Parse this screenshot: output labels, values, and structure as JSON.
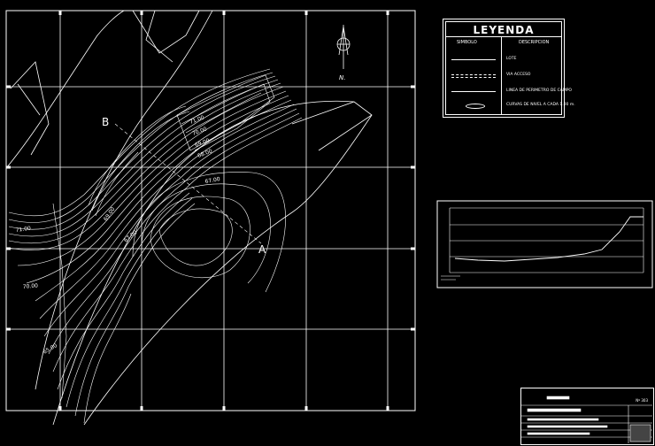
{
  "legend": {
    "title": "LEYENDA",
    "header_symbol": "SIMBOLO",
    "header_description": "DESCRIPCION",
    "items": [
      {
        "desc": "LOTE",
        "style": "solid"
      },
      {
        "desc": "VIA ACCESO",
        "style": "double-dash"
      },
      {
        "desc": "LINEA DE PERIMETRO DE CAMPO",
        "style": "solid-thin"
      },
      {
        "desc": "CURVAS DE NIVEL A CADA 1.00 m.",
        "style": "curves"
      }
    ]
  },
  "north": {
    "label": "N."
  },
  "section_labels": {
    "a": "A",
    "b": "B"
  },
  "contour_labels": [
    {
      "text": "67.00"
    },
    {
      "text": "71.00"
    },
    {
      "text": "70.00"
    },
    {
      "text": "67.00"
    },
    {
      "text": "71.00"
    },
    {
      "text": "70.00"
    },
    {
      "text": "69.00"
    },
    {
      "text": "68.00"
    },
    {
      "text": "69.00"
    },
    {
      "text": "65.00"
    }
  ],
  "titleblock": {
    "sheet": "Nº 303"
  }
}
